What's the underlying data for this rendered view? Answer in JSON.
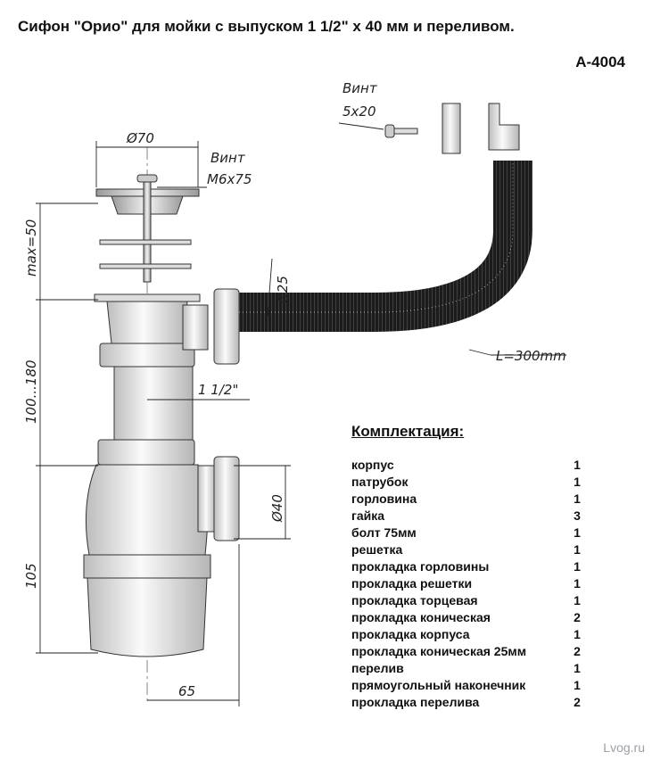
{
  "header": {
    "title": "Сифон \"Орио\" для мойки с выпуском 1 1/2\" х 40 мм и переливом.",
    "article_code": "А-4004"
  },
  "dimensions": {
    "grate_diameter": "Ø70",
    "bolt_label_1": "Винт",
    "bolt_label_2": "М6х75",
    "screw_label_1": "Винт",
    "screw_label_2": "5х20",
    "adjust_height": "max=50",
    "body_height": "100...180",
    "thread": "1 1/2\"",
    "hose_diameter": "Ø25",
    "hose_length": "L=300mm",
    "outlet_diameter": "Ø40",
    "bottle_height": "105",
    "width": "65"
  },
  "kit": {
    "heading": "Комплектация:",
    "items": [
      {
        "name": "корпус",
        "qty": "1"
      },
      {
        "name": "патрубок",
        "qty": "1"
      },
      {
        "name": "горловина",
        "qty": "1"
      },
      {
        "name": "гайка",
        "qty": "3"
      },
      {
        "name": "болт 75мм",
        "qty": "1"
      },
      {
        "name": "решетка",
        "qty": "1"
      },
      {
        "name": "прокладка горловины",
        "qty": "1"
      },
      {
        "name": "прокладка решетки",
        "qty": "1"
      },
      {
        "name": "прокладка торцевая",
        "qty": "1"
      },
      {
        "name": "прокладка коническая",
        "qty": "2"
      },
      {
        "name": "прокладка корпуса",
        "qty": "1"
      },
      {
        "name": "прокладка коническая 25мм",
        "qty": "2"
      },
      {
        "name": "перелив",
        "qty": "1"
      },
      {
        "name": "прямоугольный наконечник",
        "qty": "1"
      },
      {
        "name": "прокладка перелива",
        "qty": "2"
      }
    ]
  },
  "watermark": "Lvog.ru"
}
